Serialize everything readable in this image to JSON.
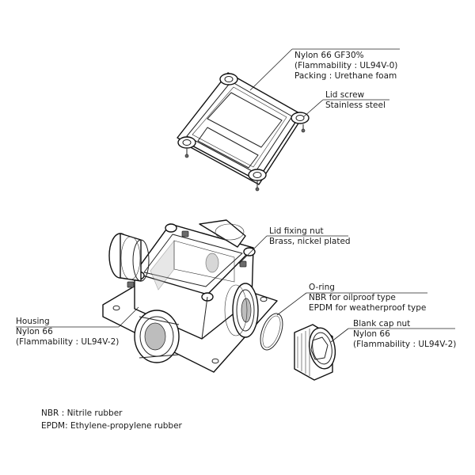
{
  "labels": {
    "lid": {
      "line1": "Nylon 66 GF30%",
      "line2": "(Flammability : UL94V-0)",
      "line3": "Packing : Urethane foam"
    },
    "lid_screw": {
      "line1": "Lid screw",
      "line2": "Stainless steel"
    },
    "lid_fixing_nut": {
      "line1": "Lid fixing nut",
      "line2": "Brass, nickel plated"
    },
    "o_ring": {
      "line1": "O-ring",
      "line2": "NBR for oilproof type",
      "line3": "EPDM for weatherproof type"
    },
    "blank_cap_nut": {
      "line1": "Blank cap nut",
      "line2": "Nylon 66",
      "line3": "(Flammability : UL94V-2)"
    },
    "housing": {
      "line1": "Housing",
      "line2": "Nylon 66",
      "line3": "(Flammability : UL94V-2)"
    }
  },
  "notes": {
    "nbr": "NBR : Nitrile rubber",
    "epdm": "EPDM: Ethylene-propylene rubber"
  }
}
